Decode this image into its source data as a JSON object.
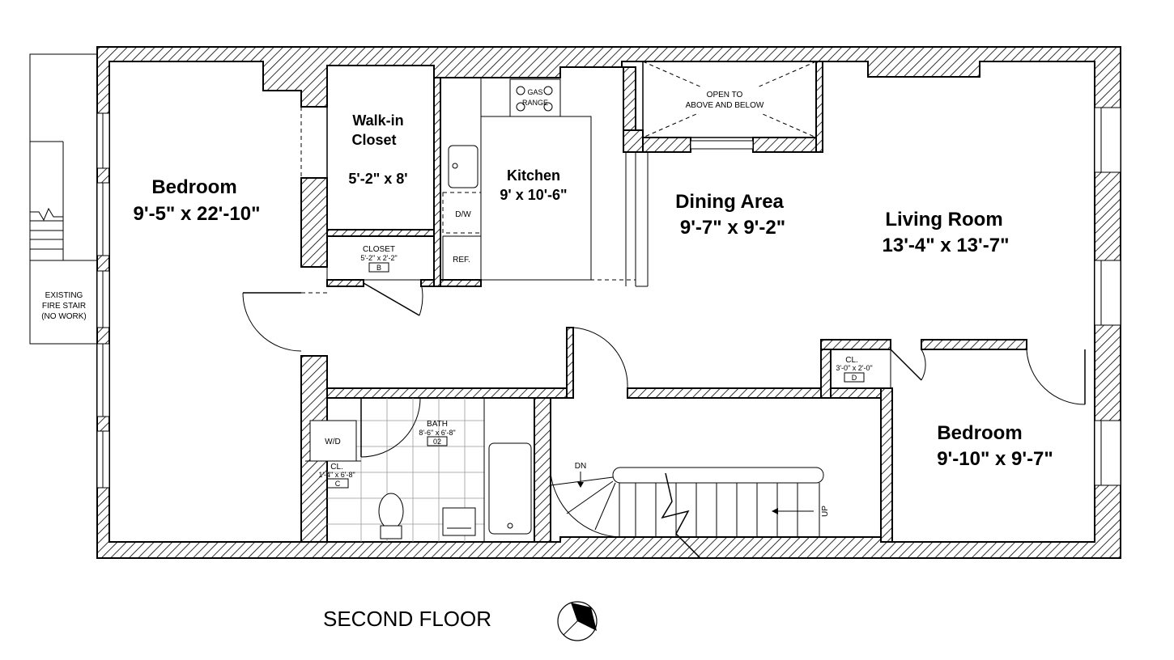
{
  "plan": {
    "title": "SECOND FLOOR",
    "rooms": {
      "bedroom_left": {
        "name": "Bedroom",
        "size": "9'-5\" x 22'-10\""
      },
      "walkin_closet": {
        "name_line1": "Walk-in",
        "name_line2": "Closet",
        "size": "5'-2\" x 8'"
      },
      "kitchen": {
        "name": "Kitchen",
        "size": "9' x 10'-6\""
      },
      "dining": {
        "name": "Dining Area",
        "size": "9'-7\" x 9'-2\""
      },
      "living": {
        "name": "Living Room",
        "size": "13'-4\" x 13'-7\""
      },
      "bedroom_right": {
        "name": "Bedroom",
        "size": "9'-10\" x 9'-7\""
      }
    },
    "small_labels": {
      "closet_b": {
        "name": "CLOSET",
        "size": "5'-2\" x 2'-2\"",
        "tag": "B"
      },
      "closet_c": {
        "name": "CL.",
        "size": "1'-4\" x 6'-8\"",
        "tag": "C"
      },
      "closet_d": {
        "name": "CL.",
        "size": "3'-0\" x 2'-0\"",
        "tag": "D"
      },
      "bath": {
        "name": "BATH",
        "size": "8'-6\" x 6'-8\"",
        "tag": "02"
      },
      "washer_dryer": "W/D",
      "dishwasher": "D/W",
      "refrigerator": "REF.",
      "range_line1": "GAS",
      "range_line2": "RANGE",
      "open_line1": "OPEN TO",
      "open_line2": "ABOVE AND BELOW",
      "fire_line1": "EXISTING",
      "fire_line2": "FIRE STAIR",
      "fire_line3": "(NO WORK)",
      "stair_down": "DN",
      "stair_up": "UP"
    }
  }
}
